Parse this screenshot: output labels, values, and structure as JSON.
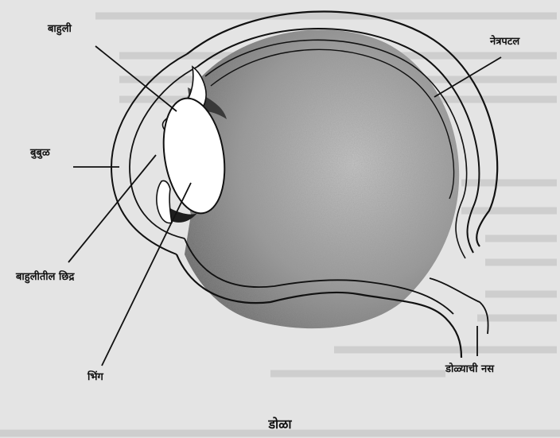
{
  "labels": {
    "iris": "बाहुली",
    "retina": "नेत्रपटल",
    "cornea": "बुबुळ",
    "pupil": "बाहुलीतील छिद्र",
    "lens": "भिंग",
    "optic_nerve": "डोळ्याची नस"
  },
  "caption": "डोळा",
  "colors": {
    "ink": "#111111",
    "paper": "#e4e4e4",
    "shade": "#6e6e6e"
  }
}
